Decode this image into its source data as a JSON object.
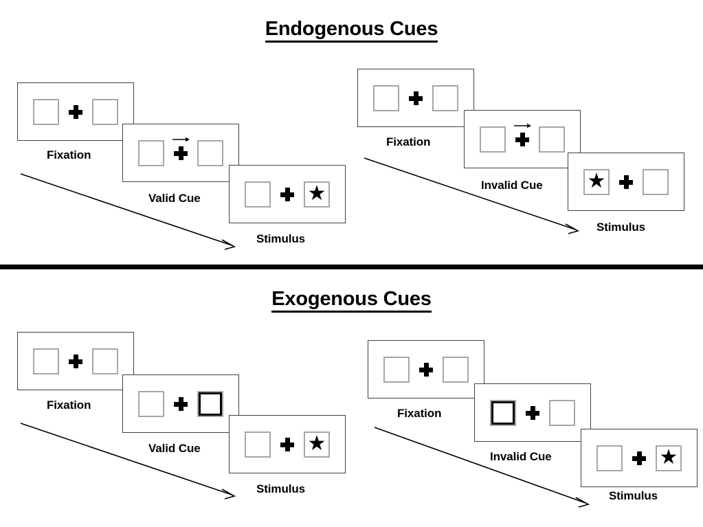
{
  "figure": {
    "title_top": "Endogenous Cues",
    "title_bottom": "Exogenous Cues"
  },
  "labels": {
    "fixation": "Fixation",
    "valid_cue": "Valid Cue",
    "invalid_cue": "Invalid Cue",
    "stimulus": "Stimulus"
  },
  "colors": {
    "panel_border": "#3f3f3f",
    "box_border": "#a6a6a6",
    "cue_highlight": "#000000",
    "stimulus_fill": "#000000",
    "divider": "#000000",
    "background": "#ffffff"
  },
  "icons": {
    "fixation_cross": "fixation-cross-icon",
    "star": "star-icon",
    "cue_arrow": "right-arrow-cue-icon",
    "flow_arrow": "diagonal-flow-arrow-icon"
  },
  "sequences": [
    {
      "id": "endogenous-valid",
      "section": "Endogenous Cues",
      "frames": [
        {
          "name": "fixation",
          "caption": "Fixation",
          "left_box": "empty",
          "right_box": "empty",
          "cue": "none"
        },
        {
          "name": "valid-cue",
          "caption": "Valid Cue",
          "left_box": "empty",
          "right_box": "empty",
          "cue": "arrow-right"
        },
        {
          "name": "stimulus",
          "caption": "Stimulus",
          "left_box": "empty",
          "right_box": "star",
          "cue": "none"
        }
      ]
    },
    {
      "id": "endogenous-invalid",
      "section": "Endogenous Cues",
      "frames": [
        {
          "name": "fixation",
          "caption": "Fixation",
          "left_box": "empty",
          "right_box": "empty",
          "cue": "none"
        },
        {
          "name": "invalid-cue",
          "caption": "Invalid Cue",
          "left_box": "empty",
          "right_box": "empty",
          "cue": "arrow-right"
        },
        {
          "name": "stimulus",
          "caption": "Stimulus",
          "left_box": "star",
          "right_box": "empty",
          "cue": "none"
        }
      ]
    },
    {
      "id": "exogenous-valid",
      "section": "Exogenous Cues",
      "frames": [
        {
          "name": "fixation",
          "caption": "Fixation",
          "left_box": "empty",
          "right_box": "empty",
          "cue": "none"
        },
        {
          "name": "valid-cue",
          "caption": "Valid Cue",
          "left_box": "empty",
          "right_box": "highlighted",
          "cue": "none"
        },
        {
          "name": "stimulus",
          "caption": "Stimulus",
          "left_box": "empty",
          "right_box": "star",
          "cue": "none"
        }
      ]
    },
    {
      "id": "exogenous-invalid",
      "section": "Exogenous Cues",
      "frames": [
        {
          "name": "fixation",
          "caption": "Fixation",
          "left_box": "empty",
          "right_box": "empty",
          "cue": "none"
        },
        {
          "name": "invalid-cue",
          "caption": "Invalid Cue",
          "left_box": "highlighted",
          "right_box": "empty",
          "cue": "none"
        },
        {
          "name": "stimulus",
          "caption": "Stimulus",
          "left_box": "empty",
          "right_box": "star",
          "cue": "none"
        }
      ]
    }
  ],
  "glyphs": {
    "star_char": "★"
  }
}
